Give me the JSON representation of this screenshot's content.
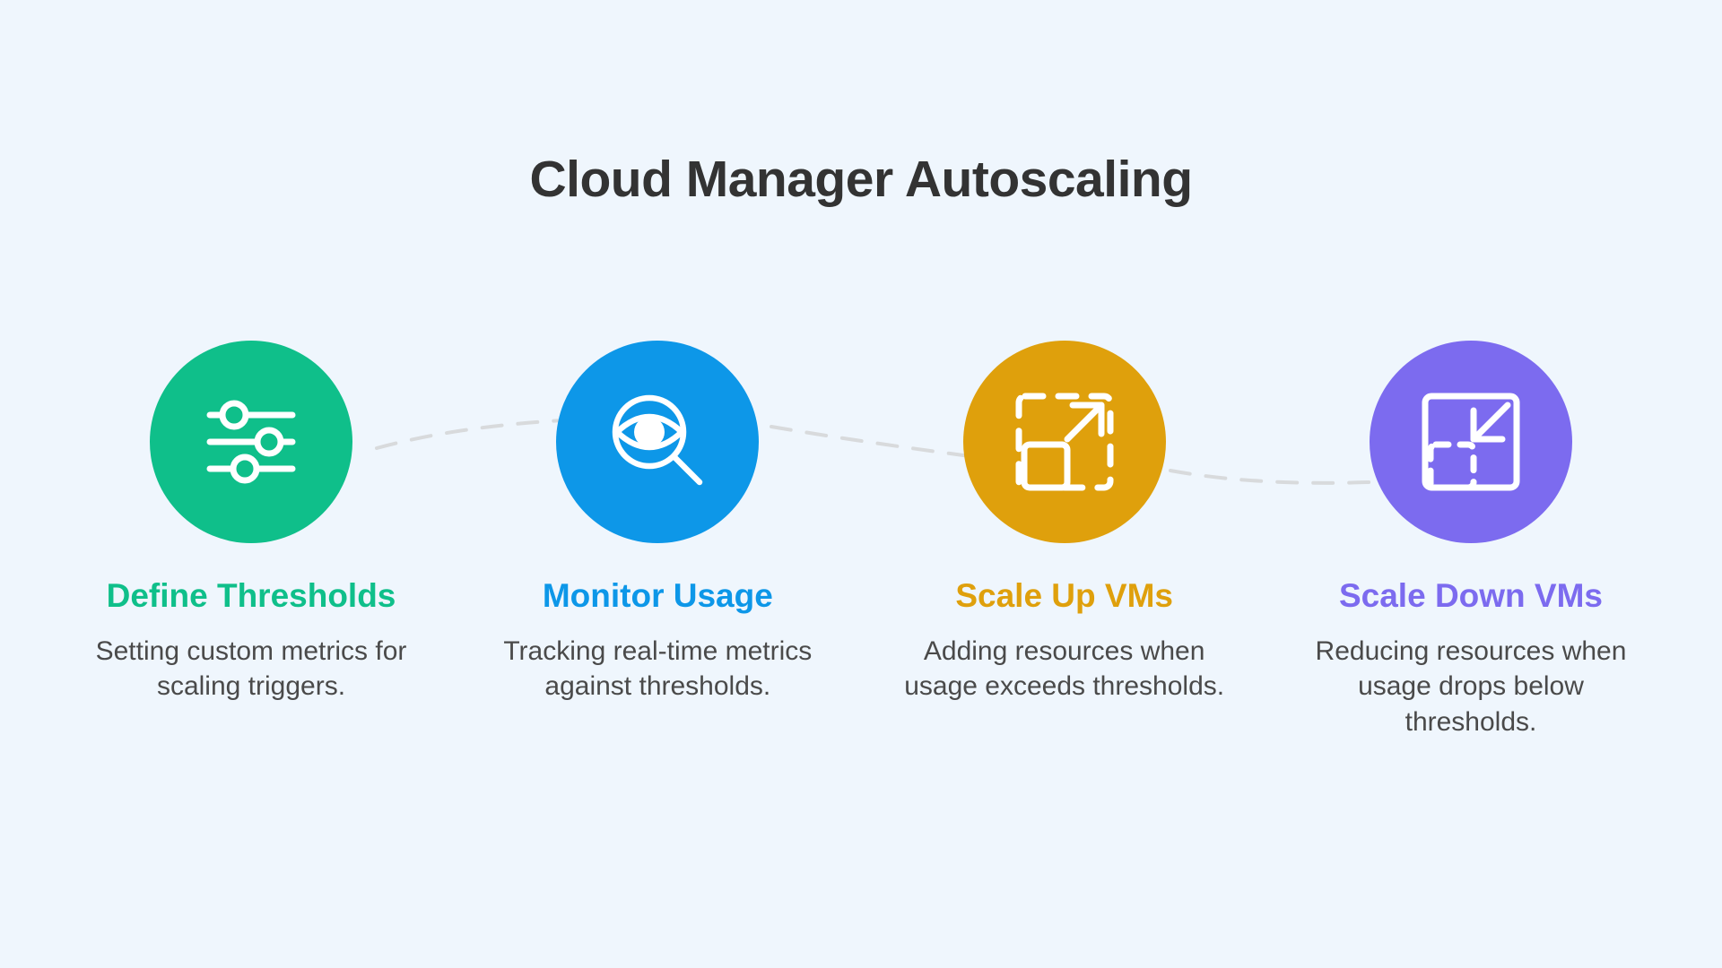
{
  "page": {
    "title": "Cloud Manager Autoscaling",
    "background_color": "#eff6fd",
    "title_color": "#333333",
    "description_color": "#4a4a4a",
    "connector_color": "#d8dadc"
  },
  "steps": [
    {
      "label": "Define Thresholds",
      "description": "Setting custom metrics for scaling triggers.",
      "color": "#0fbf8a",
      "icon": "sliders-icon"
    },
    {
      "label": "Monitor Usage",
      "description": "Tracking real-time metrics against thresholds.",
      "color": "#0d97e8",
      "icon": "eye-magnifier-icon"
    },
    {
      "label": "Scale Up VMs",
      "description": "Adding resources when usage exceeds thresholds.",
      "color": "#dfa00c",
      "icon": "scale-up-icon"
    },
    {
      "label": "Scale Down VMs",
      "description": "Reducing resources when usage drops below thresholds.",
      "color": "#7c6bef",
      "icon": "scale-down-icon"
    }
  ],
  "connectors": [
    {
      "from": "step-1",
      "to": "step-2",
      "curve": "up"
    },
    {
      "from": "step-2",
      "to": "step-3",
      "curve": "down"
    },
    {
      "from": "step-3",
      "to": "step-4",
      "curve": "down"
    }
  ]
}
